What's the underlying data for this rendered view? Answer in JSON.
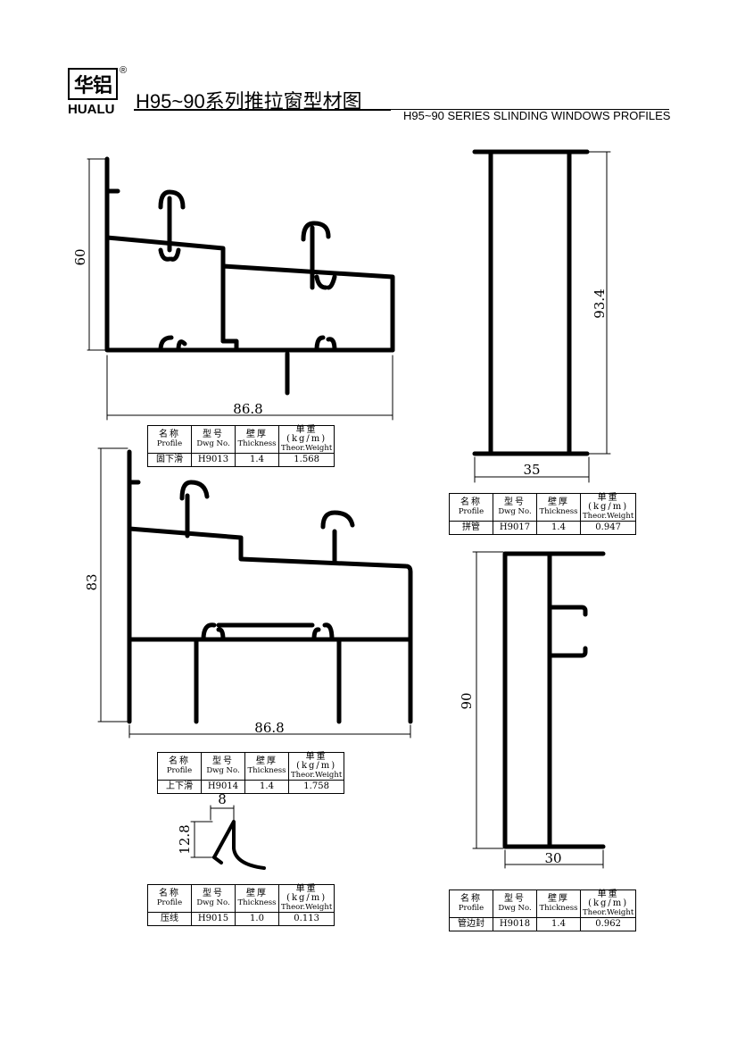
{
  "header": {
    "logo_cn": "华铝",
    "logo_en": "HUALU",
    "registered_mark": "®",
    "title": "H95~90系列推拉窗型材图",
    "subtitle": "H95~90 SERIES SLINDING WINDOWS PROFILES"
  },
  "table_headers": {
    "profile_cn": "名称",
    "profile_en": "Profile",
    "dwg_cn": "型号",
    "dwg_en": "Dwg No.",
    "thickness_cn": "壁厚",
    "thickness_en": "Thickness",
    "weight_cn": "单重(kg/m)",
    "weight_en": "Theor.Weight"
  },
  "profiles": [
    {
      "name": "固下滑",
      "dwg": "H9013",
      "thickness": "1.4",
      "weight": "1.568",
      "dim_h": "60",
      "dim_w": "86.8"
    },
    {
      "name": "拼管",
      "dwg": "H9017",
      "thickness": "1.4",
      "weight": "0.947",
      "dim_h": "93.4",
      "dim_w": "35"
    },
    {
      "name": "上下滑",
      "dwg": "H9014",
      "thickness": "1.4",
      "weight": "1.758",
      "dim_h": "83",
      "dim_w": "86.8"
    },
    {
      "name": "管边封",
      "dwg": "H9018",
      "thickness": "1.4",
      "weight": "0.962",
      "dim_h": "90",
      "dim_w": "30"
    },
    {
      "name": "压线",
      "dwg": "H9015",
      "thickness": "1.0",
      "weight": "0.113",
      "dim_h": "12.8",
      "dim_w": "8"
    }
  ]
}
